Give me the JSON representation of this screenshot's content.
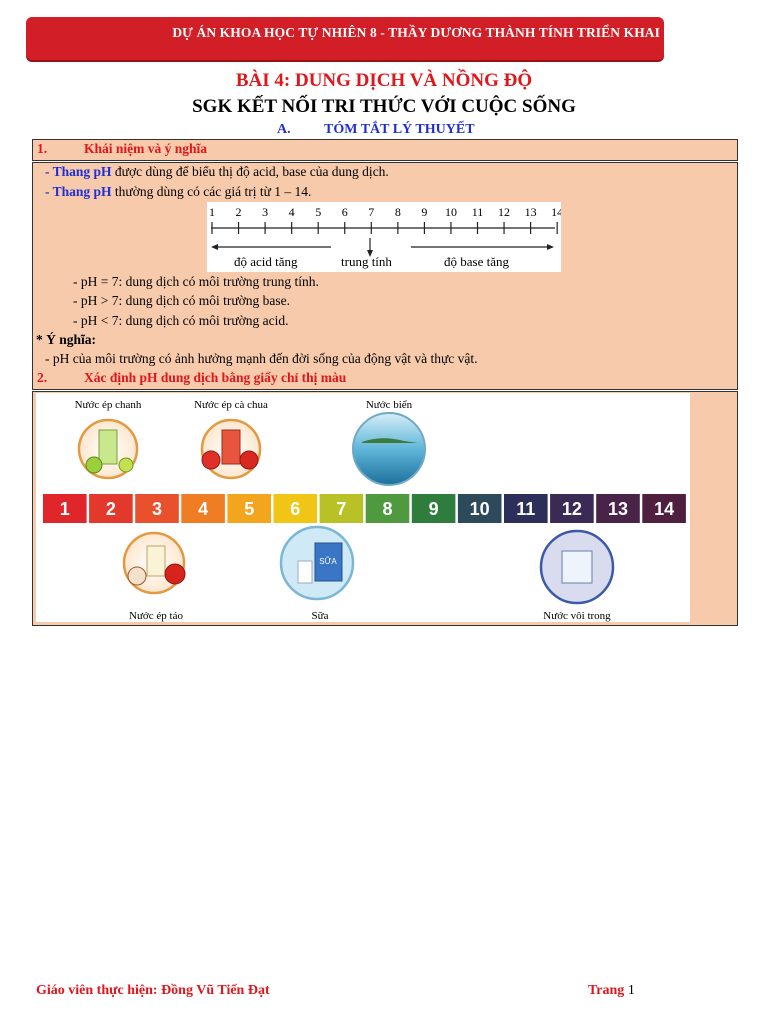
{
  "banner": {
    "text": "DỰ ÁN KHOA HỌC TỰ NHIÊN 8 - THẦY DƯƠNG THÀNH TÍNH TRIỂN KHAI"
  },
  "title": {
    "line1": "BÀI 4: DUNG DỊCH VÀ NỒNG ĐỘ",
    "line2": "SGK KẾT NỐI TRI THỨC VỚI CUỘC SỐNG"
  },
  "section_a": {
    "num": "A.",
    "label": "TÓM TẮT LÝ THUYẾT"
  },
  "sec1": {
    "num": "1.",
    "label": "Khái niệm và ý nghĩa"
  },
  "content": {
    "l1_dash": "- ",
    "l1_term": "Thang pH",
    "l1_rest": " được dùng để biểu thị độ acid, base của dung dịch.",
    "l2_dash": "- ",
    "l2_term": "Thang pH",
    "l2_rest": " thường dùng có các giá trị từ 1 – 14.",
    "ph7": "- pH = 7: dung dịch có môi trường trung tính.",
    "ph_gt7": "- pH > 7: dung dịch có môi trường base.",
    "ph_lt7": "- pH < 7: dung dịch có môi trường acid.",
    "meaning_label": "* Ý nghĩa:",
    "meaning_text": "- pH của môi trường có ảnh hưởng mạnh đến đời sống của động vật và thực vật."
  },
  "scale": {
    "numbers": [
      "1",
      "2",
      "3",
      "4",
      "5",
      "6",
      "7",
      "8",
      "9",
      "10",
      "11",
      "12",
      "13",
      "14"
    ],
    "acid_label": "độ acid tăng",
    "neutral_label": "trung tính",
    "base_label": "độ base tăng"
  },
  "sec2": {
    "num": "2.",
    "label": "Xác định pH dung dịch bằng giấy chỉ thị màu"
  },
  "indicator": {
    "top_labels": [
      "Nước ép chanh",
      "Nước ép cà chua",
      "Nước biển"
    ],
    "bottom_labels": [
      "Nước ép táo",
      "Sữa",
      "Nước vôi trong"
    ],
    "milk_carton_text": "SỮA",
    "numbers": [
      "1",
      "2",
      "3",
      "4",
      "5",
      "6",
      "7",
      "8",
      "9",
      "10",
      "11",
      "12",
      "13",
      "14"
    ],
    "colors": [
      "#e0262b",
      "#e3382c",
      "#e8512b",
      "#ee7d23",
      "#f3a61d",
      "#f1c516",
      "#b8c227",
      "#4f9a3e",
      "#2f7d3d",
      "#2c4a5c",
      "#2c2f5a",
      "#3a2a55",
      "#4a2448",
      "#4e1f3e"
    ]
  },
  "footer": {
    "teacher": "Giáo viên thực hiện: Đồng Vũ Tiến Đạt",
    "page_label": "Trang",
    "page_num": "1"
  }
}
